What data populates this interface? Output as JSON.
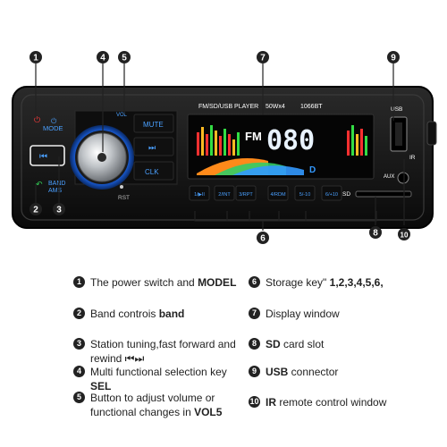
{
  "device": {
    "header": "FM/SD/USB PLAYER",
    "power": "50Wx4",
    "model": "1066BT",
    "display_text": "FM",
    "display_digits": "080",
    "display_indicator": "D",
    "buttons": {
      "mode": "MODE",
      "band": "BAND",
      "ams": "AMS",
      "mute": "MUTE",
      "clk": "CLK",
      "rst": "RST",
      "usb": "USB",
      "ir": "IR",
      "aux": "AUX",
      "sd": "SD",
      "vol": "VOL"
    },
    "presets": [
      "1/▶II",
      "2/INT",
      "3/RPT",
      "4/RDM",
      "5/-10",
      "6/+10"
    ]
  },
  "callouts": [
    "1",
    "2",
    "3",
    "4",
    "5",
    "6",
    "7",
    "8",
    "9",
    "10"
  ],
  "legend": [
    {
      "num": "1",
      "text": "The power switch and ",
      "bold": "MODEL"
    },
    {
      "num": "2",
      "text": "Band controis ",
      "bold": "band"
    },
    {
      "num": "3",
      "text": "Station tuning,fast forward and rewind ⏮⏭",
      "bold": ""
    },
    {
      "num": "4",
      "text": "Multi functional selection key ",
      "bold": "SEL"
    },
    {
      "num": "5",
      "text": "Button to adjust volume or functional changes in ",
      "bold": "VOL5"
    },
    {
      "num": "6",
      "text": "Storage key\" ",
      "bold": "1,2,3,4,5,6,"
    },
    {
      "num": "7",
      "text": "Display window",
      "bold": ""
    },
    {
      "num": "8",
      "text": "",
      "bold": "SD",
      "suffix": " card slot"
    },
    {
      "num": "9",
      "text": "",
      "bold": "USB",
      "suffix": " connector"
    },
    {
      "num": "10",
      "text": "",
      "bold": "IR",
      "suffix": " remote control window"
    }
  ]
}
